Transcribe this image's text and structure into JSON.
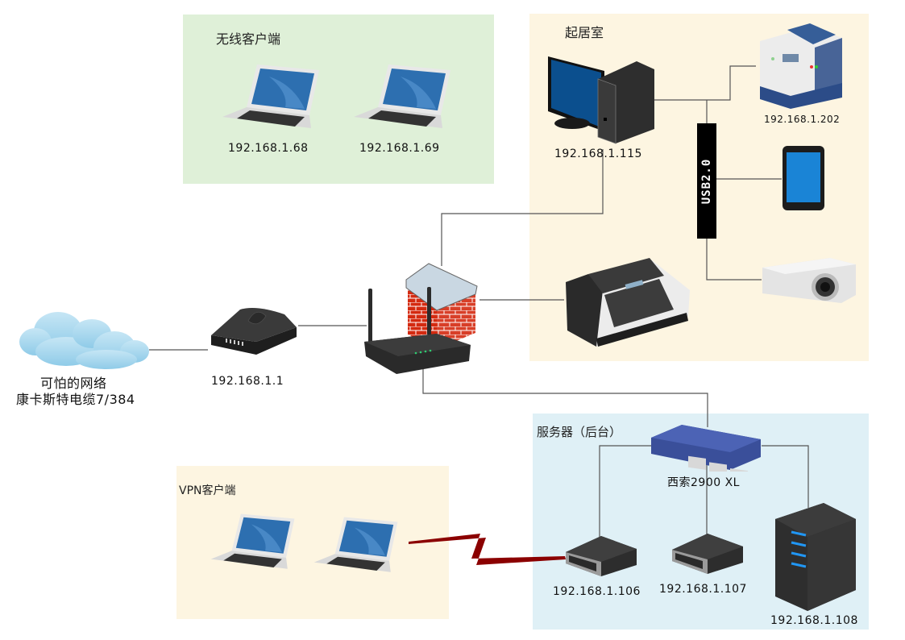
{
  "colors": {
    "wireless_zone": "#dff0d8",
    "living_room_zone": "#fdf5e1",
    "vpn_zone": "#fdf5e1",
    "server_zone": "#dff0f6",
    "wire": "#555555",
    "vpn_link": "#8b0000"
  },
  "zones": {
    "wireless": {
      "title": "无线客户端"
    },
    "living_room": {
      "title": "起居室"
    },
    "vpn": {
      "title": "VPN客户端"
    },
    "servers": {
      "title": "服务器（后台）"
    }
  },
  "devices": {
    "laptop_1": {
      "type": "laptop-icon",
      "label": "192.168.1.68"
    },
    "laptop_2": {
      "type": "laptop-icon",
      "label": "192.168.1.69"
    },
    "desktop": {
      "type": "desktop-computer-icon",
      "label": "192.168.1.115"
    },
    "mfp_printer": {
      "type": "printer-icon",
      "label": "192.168.1.202"
    },
    "usb_hub": {
      "type": "usb-hub",
      "label": "USB2.0"
    },
    "tablet": {
      "type": "tablet-icon",
      "label": ""
    },
    "projector": {
      "type": "projector-icon",
      "label": ""
    },
    "fax": {
      "type": "fax-icon",
      "label": ""
    },
    "cloud": {
      "type": "cloud-icon",
      "label_line1": "可怕的网络",
      "label_line2": "康卡斯特电缆7/384"
    },
    "modem": {
      "type": "modem-icon",
      "label": "192.168.1.1"
    },
    "firewall": {
      "type": "firewall-icon",
      "label": ""
    },
    "router": {
      "type": "wireless-router-icon",
      "label": ""
    },
    "switch": {
      "type": "network-switch-icon",
      "label": "西索2900 XL"
    },
    "server_1": {
      "type": "server-icon",
      "label": "192.168.1.106"
    },
    "server_2": {
      "type": "server-icon",
      "label": "192.168.1.107"
    },
    "server_3": {
      "type": "tower-server-icon",
      "label": "192.168.1.108"
    },
    "vpn_laptop_1": {
      "type": "laptop-icon",
      "label": ""
    },
    "vpn_laptop_2": {
      "type": "laptop-icon",
      "label": ""
    }
  }
}
